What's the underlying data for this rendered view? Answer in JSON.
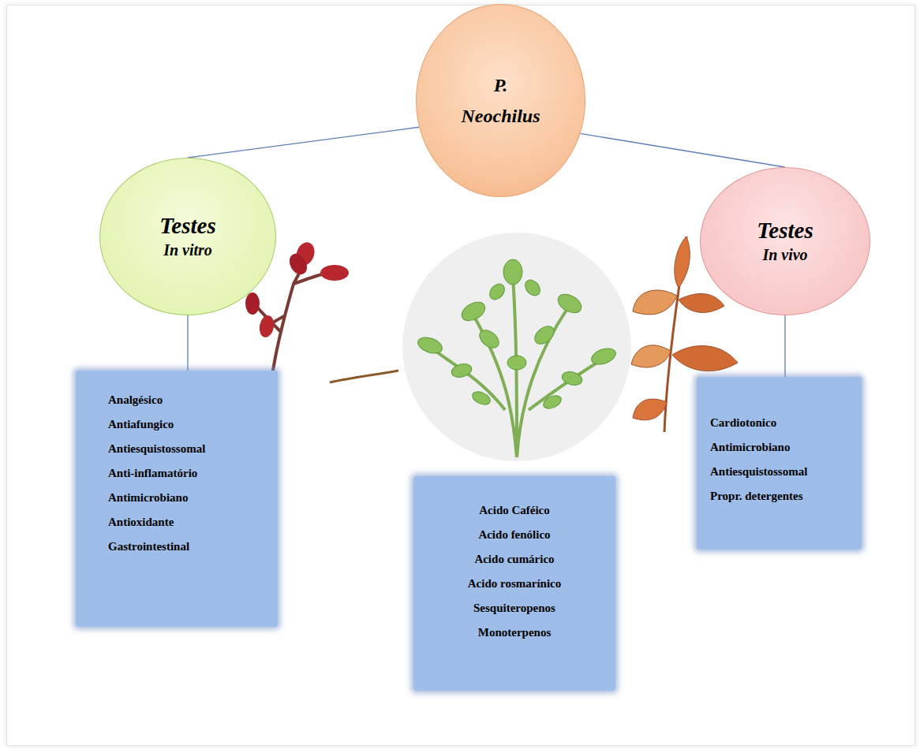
{
  "diagram": {
    "nodes": [
      {
        "text": [
          "P. Neochilus"
        ]
      },
      {
        "text": [
          "Testes",
          "In vitro"
        ]
      },
      {
        "text": [
          "Testes",
          "In vivo"
        ]
      },
      {
        "text": [
          "Analgésico",
          "Antiafungico",
          "Antiesquistossomal",
          "Anti-inflamatório",
          "Antimicrobiano",
          "Antioxidante",
          "Gastrointestinal"
        ]
      },
      {
        "text": [
          "Acido Caféico",
          "Acido fenólico",
          "Acido cumárico",
          "Acido rosmarínico",
          "Sesquiteropenos",
          "Monoterpenos"
        ]
      },
      {
        "text": [
          "Cardiotonico",
          "Antimicrobiano",
          "Antiesquistossomal",
          "Propr. detergentes"
        ]
      }
    ],
    "edges": [
      {
        "from": 0,
        "to": 1,
        "arrow": "none"
      },
      {
        "from": 0,
        "to": 2,
        "arrow": "none"
      },
      {
        "from": 1,
        "to": 3,
        "arrow": "none"
      },
      {
        "from": 2,
        "to": 5,
        "arrow": "none"
      }
    ]
  }
}
